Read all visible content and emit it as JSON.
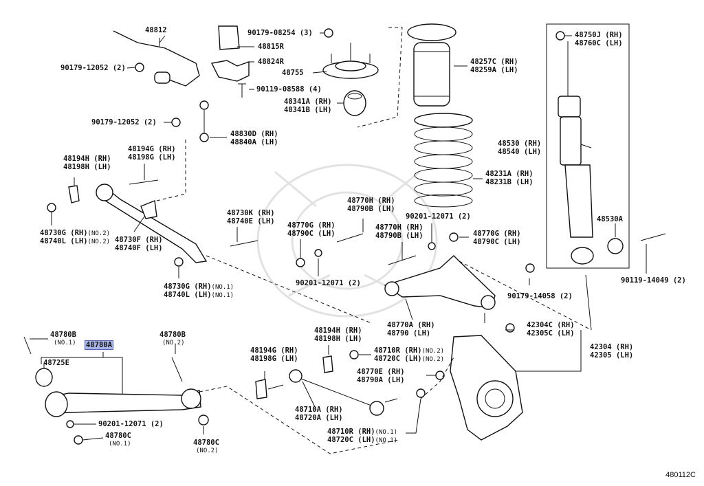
{
  "diagram_code": "480112C",
  "labels": {
    "p48812": "48812",
    "p90179_12052_top": "90179-12052 (2)",
    "p90179_08254": "90179-08254 (3)",
    "p48815R": "48815R",
    "p48824R": "48824R",
    "p48755": "48755",
    "p90119_08588": "90119-08588 (4)",
    "p48341A": "48341A (RH)",
    "p48341B": "48341B (LH)",
    "p90179_12052_mid": "90179-12052 (2)",
    "p48830D": "48830D (RH)",
    "p48840A": "48840A (LH)",
    "p48257C": "48257C (RH)",
    "p48259A": "48259A (LH)",
    "p48750J": "48750J (RH)",
    "p48760C": "48760C (LH)",
    "p48530": "48530 (RH)",
    "p48540": "48540 (LH)",
    "p48231A": "48231A (RH)",
    "p48231B": "48231B (LH)",
    "p48530A": "48530A",
    "p48194H_top": "48194H (RH)",
    "p48198H_top": "48198H (LH)",
    "p48194G_top": "48194G (RH)",
    "p48198G_top": "48198G (LH)",
    "p48730G_no2": "48730G (RH)",
    "p48740L_no2": "48740L (LH)",
    "no2_a": "(NO.2)",
    "no2_b": "(NO.2)",
    "p48730F": "48730F (RH)",
    "p48740F": "48740F (LH)",
    "p48730K": "48730K (RH)",
    "p48740E": "48740E (LH)",
    "p48770H_a": "48770H (RH)",
    "p48790B_a": "48790B (LH)",
    "p48770G_a": "48770G (RH)",
    "p48790C_a": "48790C (LH)",
    "p48770H_b": "48770H (RH)",
    "p48790B_b": "48790B (LH)",
    "p90201_12071_top": "90201-12071 (2)",
    "p48770G_b": "48770G (RH)",
    "p48790C_b": "48790C (LH)",
    "p90201_12071_mid": "90201-12071 (2)",
    "p48730G_no1": "48730G (RH)",
    "p48740L_no1": "48740L (LH)",
    "no1_a": "(NO.1)",
    "no1_b": "(NO.1)",
    "p90179_14058": "90179-14058 (2)",
    "p90119_14049": "90119-14049 (2)",
    "p48770A": "48770A (RH)",
    "p48790": "48790 (LH)",
    "p42304C": "42304C (RH)",
    "p42305C": "42305C (LH)",
    "p42304": "42304 (RH)",
    "p42305": "42305 (LH)",
    "p48780B_no1": "48780B",
    "no1_c": "(NO.1)",
    "p48780A": "48780A",
    "p48780B_no2": "48780B",
    "no2_c": "(NO.2)",
    "p48725E": "48725E",
    "p48194H_bot": "48194H (RH)",
    "p48198H_bot": "48198H (LH)",
    "p48194G_bot": "48194G (RH)",
    "p48198G_bot": "48198G (LH)",
    "p48710R_no2": "48710R (RH)",
    "p48720C_no2": "48720C (LH)",
    "no2_d": "(NO.2)",
    "no2_e": "(NO.2)",
    "p48770E": "48770E (RH)",
    "p48790A": "48790A (LH)",
    "p48710A": "48710A (RH)",
    "p48720A": "48720A (LH)",
    "p90201_12071_bot": "90201-12071 (2)",
    "p48780C_no1": "48780C",
    "no1_d": "(NO.1)",
    "p48780C_no2": "48780C",
    "no2_f": "(NO.2)",
    "p48710R_no1": "48710R (RH)",
    "p48720C_no1": "48720C (LH)",
    "no1_e": "(NO.1)",
    "no1_f": "(NO.1)"
  },
  "colors": {
    "highlight": "#a9b4e6",
    "line": "#111111",
    "watermark": "#e2e2e2"
  }
}
